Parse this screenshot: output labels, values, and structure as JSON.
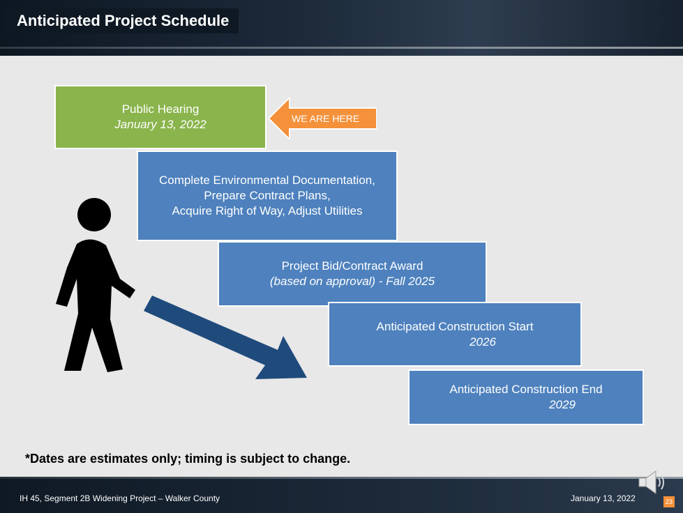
{
  "slide": {
    "title": "Anticipated Project Schedule",
    "steps": [
      {
        "line1": "Public Hearing",
        "line2": "January 13, 2022"
      },
      {
        "line1": "Complete Environmental Documentation,",
        "line2": "Prepare Contract Plans,",
        "line3": "Acquire Right of Way, Adjust Utilities"
      },
      {
        "line1": "Project Bid/Contract Award",
        "line2": "(based on approval)  - Fall 2025"
      },
      {
        "line1": "Anticipated Construction Start",
        "line2": "2026"
      },
      {
        "line1": "Anticipated Construction End",
        "line2": "2029"
      }
    ],
    "callout": "WE ARE HERE",
    "note": "*Dates are estimates only; timing is subject to change."
  },
  "footer": {
    "project": "IH 45, Segment 2B Widening Project – Walker County",
    "date": "January 13, 2022",
    "page": "23"
  },
  "colors": {
    "green": "#8ab44c",
    "blue": "#4e81bd",
    "orange": "#f4913a",
    "arrow": "#1f4b7c"
  },
  "icons": [
    "walking-person-icon",
    "arrow-right-icon",
    "speaker-icon"
  ]
}
